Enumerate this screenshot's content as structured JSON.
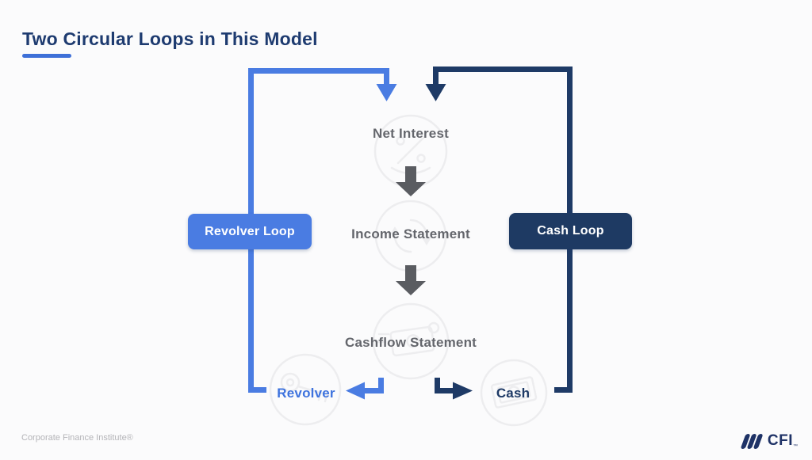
{
  "title": {
    "text": "Two Circular Loops in This Model"
  },
  "diagram": {
    "nodes": [
      {
        "id": "net-interest",
        "label": "Net Interest"
      },
      {
        "id": "income-statement",
        "label": "Income Statement"
      },
      {
        "id": "cashflow-statement",
        "label": "Cashflow Statement"
      }
    ],
    "loops": [
      {
        "id": "revolver",
        "badge_label": "Revolver Loop",
        "terminal_label": "Revolver",
        "color": "#4a7ce2"
      },
      {
        "id": "cash",
        "badge_label": "Cash Loop",
        "terminal_label": "Cash",
        "color": "#1e3a66"
      }
    ],
    "watermark_icons": [
      "hand-holding-interest-icon",
      "income-cycle-icon",
      "cashflow-money-icon",
      "key-icon",
      "banknote-icon"
    ]
  },
  "colors": {
    "background": "#fbfbfc",
    "title_navy": "#1e3b70",
    "title_underline_blue": "#3e70d8",
    "revolver_blue": "#4a7ce2",
    "revolver_text_blue": "#3e73de",
    "cash_navy": "#1e3a66",
    "cash_badge_navy": "#1e3a63",
    "flow_arrow_gray": "#5a5c61",
    "node_text_gray": "#64666c",
    "watermark_gray": "#ededef",
    "footer_gray": "#b4b4b8"
  },
  "footer": {
    "left_text": "Corporate Finance Institute®",
    "logo_text": "CFI",
    "logo_tm": "™"
  }
}
